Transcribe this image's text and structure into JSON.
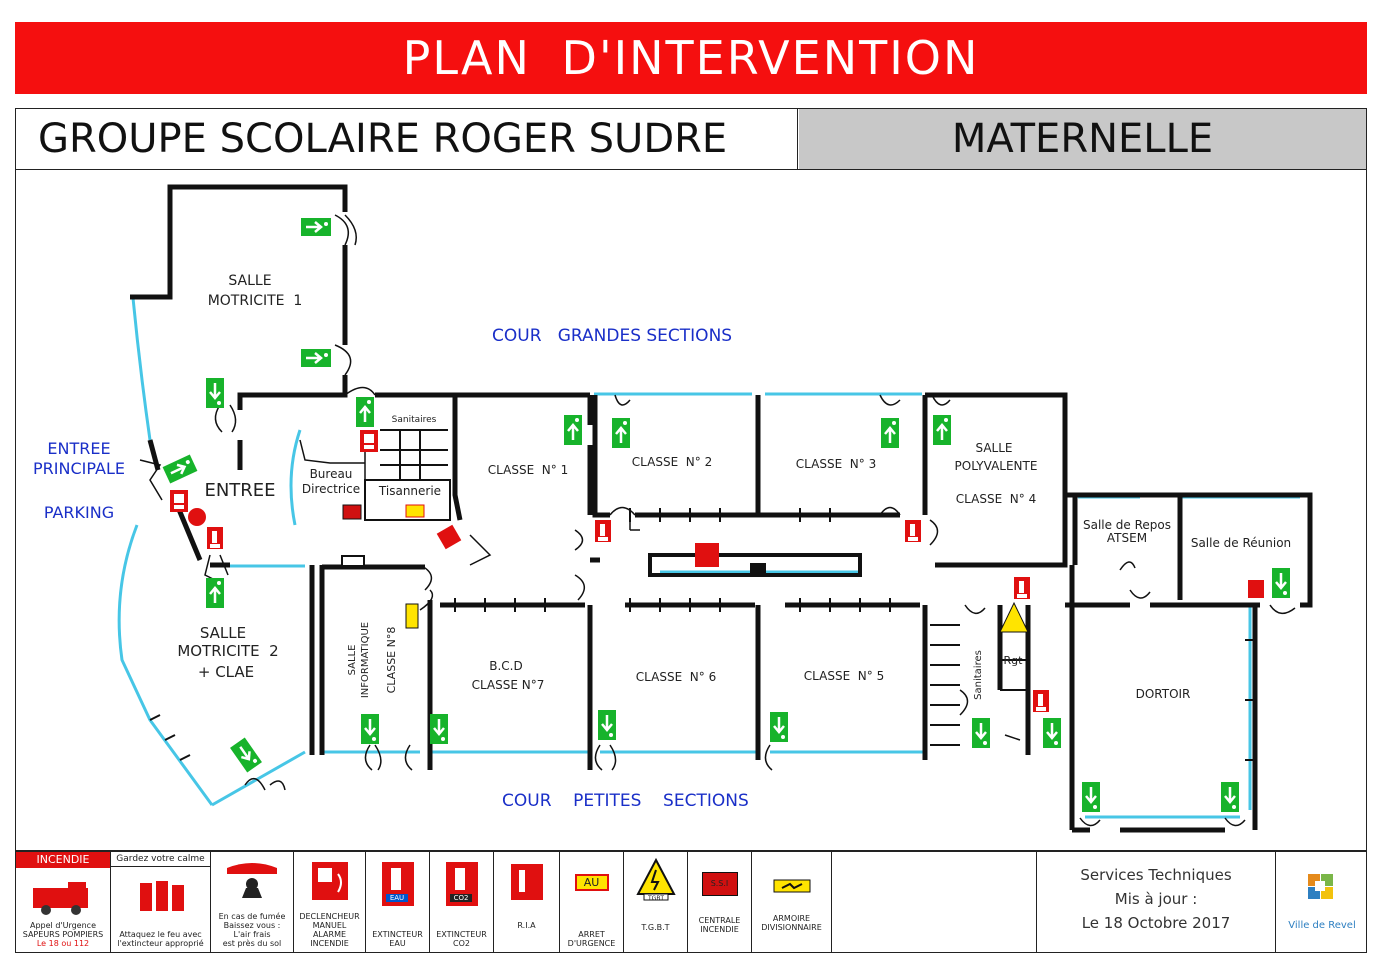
{
  "header": {
    "title": "PLAN  D'INTERVENTION"
  },
  "school": {
    "name": "GROUPE SCOLAIRE ROGER SUDRE",
    "section": "MATERNELLE"
  },
  "plan": {
    "areas": {
      "cour_grandes": "COUR   GRANDES SECTIONS",
      "cour_petites": "COUR    PETITES    SECTIONS",
      "entree_principale_1": "ENTREE",
      "entree_principale_2": "PRINCIPALE",
      "parking": "PARKING"
    },
    "rooms": {
      "motricite1_a": "SALLE",
      "motricite1_b": "MOTRICITE  1",
      "entree": "ENTREE",
      "sanitaires": "Sanitaires",
      "bureau_a": "Bureau",
      "bureau_b": "Directrice",
      "tisannerie": "Tisannerie",
      "classe1": "CLASSE  N° 1",
      "classe2": "CLASSE  N° 2",
      "classe3": "CLASSE  N° 3",
      "polyvalente_a": "SALLE",
      "polyvalente_b": "POLYVALENTE",
      "classe4": "CLASSE  N° 4",
      "repos_a": "Salle de Repos",
      "repos_b": "ATSEM",
      "reunion": "Salle de Réunion",
      "motricite2_a": "SALLE",
      "motricite2_b": "MOTRICITE  2",
      "motricite2_c": "+ CLAE",
      "informatique_a": "SALLE",
      "informatique_b": "INFORMATIQUE",
      "classe8": "CLASSE N°8",
      "bcd_a": "B.C.D",
      "bcd_b": "CLASSE N°7",
      "classe6": "CLASSE  N° 6",
      "classe5": "CLASSE  N° 5",
      "sanitaires2": "Sanitaires",
      "rgt": "Rgt",
      "dortoir": "DORTOIR"
    },
    "colors": {
      "wall": "#111111",
      "window": "#47c6e6",
      "exit": "#17b32b",
      "alarm": "#e01010",
      "label_blue": "#1a2fc8"
    }
  },
  "legend": {
    "incendie": {
      "title": "INCENDIE",
      "l1": "Appel d'Urgence",
      "l2": "SAPEURS  POMPIERS",
      "l3": "Le 18 ou 112"
    },
    "calme": {
      "title": "Gardez votre calme",
      "l1": "Attaquez le feu avec",
      "l2": "l'extincteur approprié"
    },
    "fumee": {
      "l1": "En cas de fumée",
      "l2": "Baissez vous :",
      "l3": "L'air frais",
      "l4": "est près du sol"
    },
    "declencheur": {
      "l1": "DECLENCHEUR",
      "l2": "MANUEL",
      "l3": "ALARME",
      "l4": "INCENDIE"
    },
    "extincteur_eau": {
      "tag": "EAU",
      "l1": "EXTINCTEUR",
      "l2": "EAU"
    },
    "extincteur_co2": {
      "tag": "CO2",
      "l1": "EXTINCTEUR",
      "l2": "CO2"
    },
    "ria": {
      "l1": "R.I.A"
    },
    "arret": {
      "tag": "AU",
      "l1": "ARRET",
      "l2": "D'URGENCE"
    },
    "tgbt": {
      "tag": "TGBT",
      "l1": "T.G.B.T"
    },
    "centrale": {
      "tag": "S.S.I",
      "l1": "CENTRALE",
      "l2": "INCENDIE"
    },
    "armoire": {
      "l1": "ARMOIRE",
      "l2": "DIVISIONNAIRE"
    }
  },
  "services": {
    "l1": "Services Techniques",
    "l2": "Mis à jour :",
    "l3": "Le 18 Octobre 2017"
  },
  "logo": {
    "text": "Ville de Revel"
  }
}
